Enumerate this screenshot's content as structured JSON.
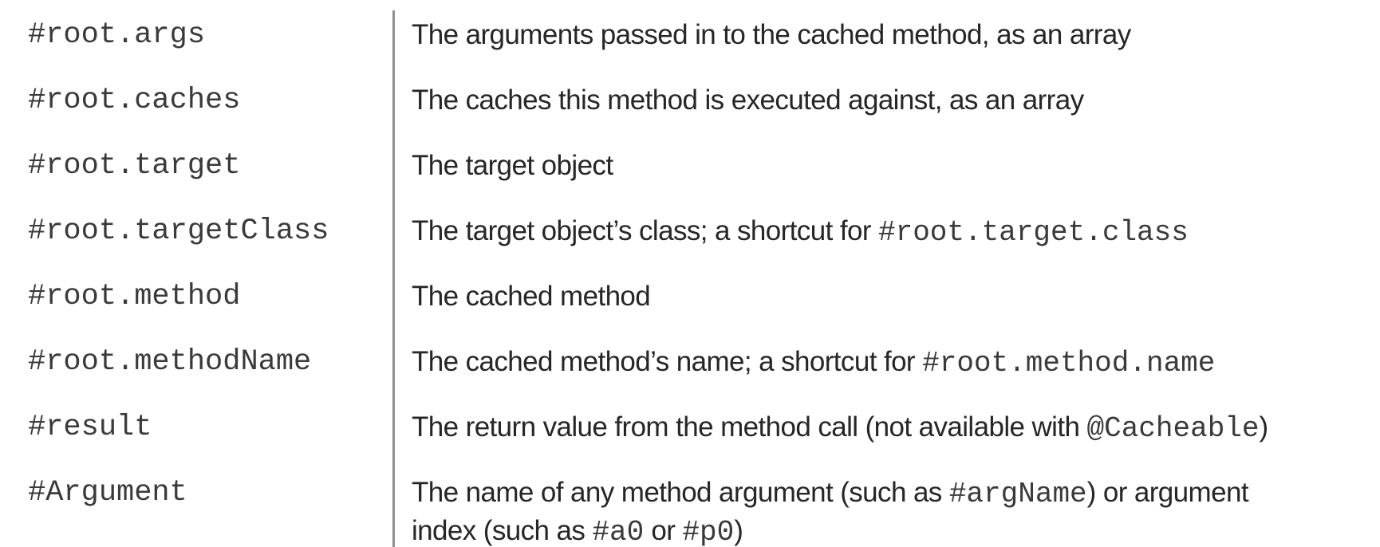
{
  "page": {
    "background_color": "#ffffff",
    "description_text_color": "#262626",
    "code_text_color": "#3a3a3a",
    "divider_color": "#8f8f8f"
  },
  "table": {
    "rows": [
      {
        "expression": "#root.args",
        "description": [
          {
            "type": "text",
            "text": "The arguments passed in to the cached method, as an array"
          }
        ]
      },
      {
        "expression": "#root.caches",
        "description": [
          {
            "type": "text",
            "text": "The caches this method is executed against, as an array"
          }
        ]
      },
      {
        "expression": "#root.target",
        "description": [
          {
            "type": "text",
            "text": "The target object"
          }
        ]
      },
      {
        "expression": "#root.targetClass",
        "description": [
          {
            "type": "text",
            "text": "The target object’s class; a shortcut for "
          },
          {
            "type": "code",
            "text": "#root.target.class"
          }
        ]
      },
      {
        "expression": "#root.method",
        "description": [
          {
            "type": "text",
            "text": "The cached method"
          }
        ]
      },
      {
        "expression": "#root.methodName",
        "description": [
          {
            "type": "text",
            "text": "The cached method’s name; a shortcut for "
          },
          {
            "type": "code",
            "text": "#root.method.name"
          }
        ]
      },
      {
        "expression": "#result",
        "description": [
          {
            "type": "text",
            "text": "The return value from the method call (not available with "
          },
          {
            "type": "code",
            "text": "@Cacheable"
          },
          {
            "type": "text",
            "text": ")"
          }
        ]
      },
      {
        "expression": "#Argument",
        "description": [
          {
            "type": "text",
            "text": "The name of any method argument (such as "
          },
          {
            "type": "code",
            "text": "#argName"
          },
          {
            "type": "text",
            "text": ") or argument"
          },
          {
            "type": "break"
          },
          {
            "type": "text",
            "text": "index (such as "
          },
          {
            "type": "code",
            "text": "#a0"
          },
          {
            "type": "text",
            "text": " or "
          },
          {
            "type": "code",
            "text": "#p0"
          },
          {
            "type": "text",
            "text": ")"
          }
        ]
      }
    ]
  }
}
